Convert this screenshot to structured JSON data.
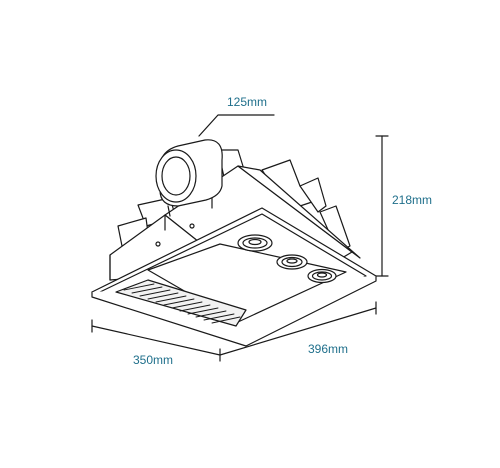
{
  "dimensions": {
    "duct_diameter": "125mm",
    "height": "218mm",
    "width": "350mm",
    "length": "396mm"
  },
  "colors": {
    "line": "#1a1a1a",
    "label": "#1f6f8b",
    "fill": "#ffffff"
  }
}
